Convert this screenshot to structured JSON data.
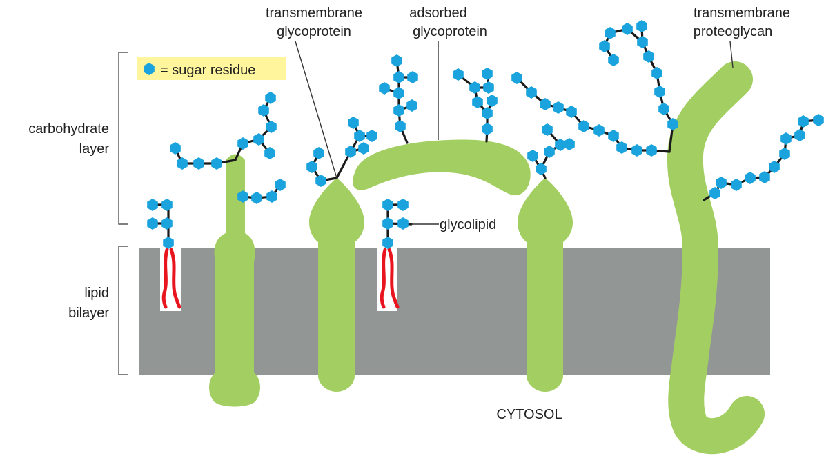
{
  "colors": {
    "protein": "#a3cf62",
    "membrane": "#929695",
    "sugar": "#1aa3dd",
    "lipid_tail": "#e8151f",
    "legend_bg": "#fff59d"
  },
  "legend": {
    "text": "= sugar residue",
    "icon": "sugar-hexagon-icon"
  },
  "regions": {
    "carbohydrate_layer": [
      "carbohydrate",
      "layer"
    ],
    "lipid_bilayer": [
      "lipid",
      "bilayer"
    ]
  },
  "labels": {
    "transmembrane_glycoprotein": [
      "transmembrane",
      "glycoprotein"
    ],
    "adsorbed_glycoprotein": [
      "adsorbed",
      "glycoprotein"
    ],
    "transmembrane_proteoglycan": [
      "transmembrane",
      "proteoglycan"
    ],
    "glycolipid": "glycolipid",
    "cytosol": "CYTOSOL"
  }
}
